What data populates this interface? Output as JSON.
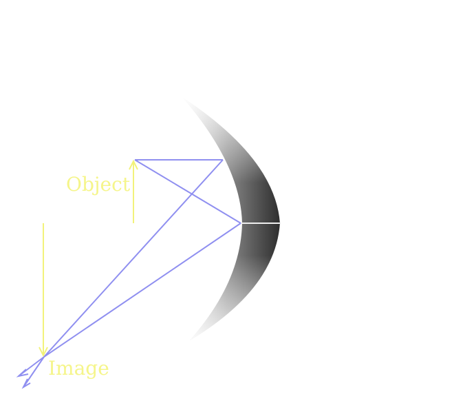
{
  "labels": {
    "object": "Object",
    "image": "Image"
  },
  "colors": {
    "background": "#ffffff",
    "ray": "#8f8ff0",
    "arrow": "#f2f27a",
    "label": "#f5f58a",
    "mirror_dark": "#3a3a3a",
    "mirror_light": "#f2f2f2",
    "axis": "#e8e8e8"
  },
  "elements": {
    "mirror": "concave-mirror",
    "object": "object-arrow",
    "image": "image-arrow",
    "rays": [
      "parallel-ray",
      "focal-ray",
      "center-ray",
      "ray-to-image-1",
      "ray-to-image-2"
    ]
  }
}
